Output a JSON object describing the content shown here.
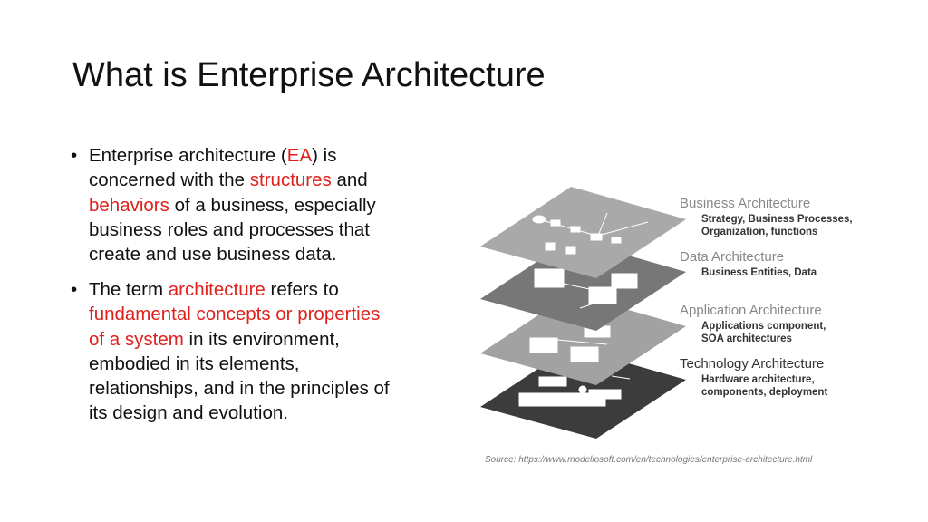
{
  "title": "What is Enterprise Architecture",
  "bullets": [
    {
      "symbol": "•",
      "lines": [
        [
          {
            "t": "Enterprise architecture ("
          },
          {
            "t": "EA",
            "red": true
          },
          {
            "t": ") is"
          }
        ],
        [
          {
            "t": "concerned with the "
          },
          {
            "t": "structures",
            "red": true
          },
          {
            "t": " and"
          }
        ],
        [
          {
            "t": "behaviors",
            "red": true
          },
          {
            "t": " of a business, especially"
          }
        ],
        [
          {
            "t": "business roles and processes that"
          }
        ],
        [
          {
            "t": "create and use business data."
          }
        ]
      ]
    },
    {
      "symbol": "•",
      "lines": [
        [
          {
            "t": "The term "
          },
          {
            "t": "architecture",
            "red": true
          },
          {
            "t": " refers to"
          }
        ],
        [
          {
            "t": "fundamental concepts or properties",
            "red": true
          }
        ],
        [
          {
            "t": "of a system",
            "red": true
          },
          {
            "t": " in its environment,"
          }
        ],
        [
          {
            "t": "embodied in its elements,"
          }
        ],
        [
          {
            "t": "relationships, and in the principles of"
          }
        ],
        [
          {
            "t": "its design and evolution."
          }
        ]
      ]
    }
  ],
  "figure": {
    "layers": [
      {
        "title": "Business Architecture",
        "sub1": "Strategy, Business Processes,",
        "sub2": "Organization, functions",
        "fill": "#a9a9a9"
      },
      {
        "title": "Data Architecture",
        "sub1": "Business Entities, Data",
        "sub2": "",
        "fill": "#777777"
      },
      {
        "title": "Application Architecture",
        "sub1": "Applications component,",
        "sub2": "SOA architectures",
        "fill": "#a2a2a2"
      },
      {
        "title": "Technology Architecture",
        "sub1": "Hardware architecture,",
        "sub2": "components, deployment",
        "fill": "#3c3c3c"
      }
    ]
  },
  "source": "Source: https://www.modeliosoft.com/en/technologies/enterprise-architecture.html"
}
